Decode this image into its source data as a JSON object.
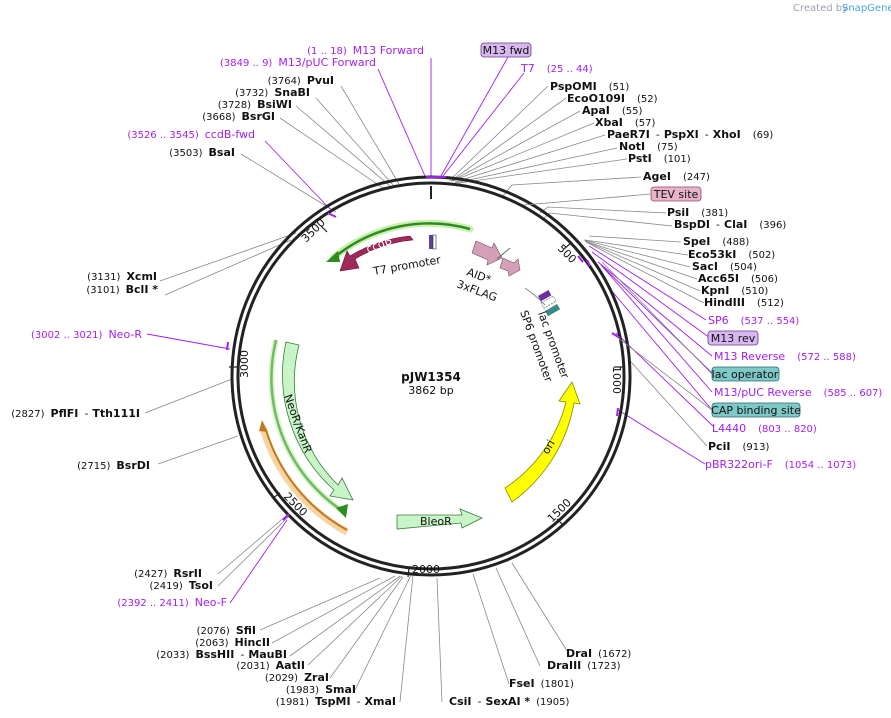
{
  "brand": {
    "prefix": "Created by",
    "name": "SnapGene"
  },
  "plasmid": {
    "name": "pJW1354",
    "size": "3862 bp"
  },
  "ticks": [
    "500",
    "1000",
    "1500",
    "2000",
    "2500",
    "3000",
    "3500"
  ],
  "features": {
    "ccdB": "ccdB",
    "t7_promoter": "T7 promoter",
    "aid": "AID*",
    "flag": "3xFLAG",
    "lac_promoter": "lac promoter",
    "sp6_promoter": "SP6 promoter",
    "neor": "NeoR/KanR",
    "bleor": "BleoR",
    "ori": "ori"
  },
  "left_labels": [
    {
      "name": "PvuI",
      "pos": "(3764)"
    },
    {
      "name": "SnaBI",
      "pos": "(3732)"
    },
    {
      "name": "BsiWI",
      "pos": "(3728)"
    },
    {
      "name": "BsrGI",
      "pos": "(3668)"
    },
    {
      "name": "BsaI",
      "pos": "(3503)"
    },
    {
      "name": "XcmI",
      "pos": "(3131)"
    },
    {
      "name": "BclI *",
      "pos": "(3101)"
    },
    {
      "name": "PflFI",
      "name2": "Tth111I",
      "pos": "(2827)"
    },
    {
      "name": "BsrDI",
      "pos": "(2715)"
    },
    {
      "name": "RsrII",
      "pos": "(2427)"
    },
    {
      "name": "TsoI",
      "pos": "(2419)"
    }
  ],
  "left_primers": [
    {
      "name": "M13 Forward",
      "pos": "(1 .. 18)"
    },
    {
      "name": "M13/pUC Forward",
      "pos": "(3849 .. 9)"
    },
    {
      "name": "ccdB-fwd",
      "pos": "(3526 .. 3545)"
    },
    {
      "name": "Neo-R",
      "pos": "(3002 .. 3021)"
    },
    {
      "name": "Neo-F",
      "pos": "(2392 .. 2411)"
    }
  ],
  "bottom_labels": [
    {
      "name": "SfiI",
      "pos": "(2076)"
    },
    {
      "name": "HincII",
      "pos": "(2063)"
    },
    {
      "name": "BssHII",
      "name2": "MauBI",
      "pos": "(2033)"
    },
    {
      "name": "AatII",
      "pos": "(2031)"
    },
    {
      "name": "ZraI",
      "pos": "(2029)"
    },
    {
      "name": "SmaI",
      "pos": "(1983)"
    },
    {
      "name": "TspMI",
      "name2": "XmaI",
      "pos": "(1981)"
    },
    {
      "name": "CsiI",
      "name2": "SexAI *",
      "pos": "(1905)"
    },
    {
      "name": "FseI",
      "pos": "(1801)"
    },
    {
      "name": "DraIII",
      "pos": "(1723)"
    },
    {
      "name": "DraI",
      "pos": "(1672)"
    }
  ],
  "right_labels": [
    {
      "name": "PspOMI",
      "pos": "(51)"
    },
    {
      "name": "EcoO109I",
      "pos": "(52)"
    },
    {
      "name": "ApaI",
      "pos": "(55)"
    },
    {
      "name": "XbaI",
      "pos": "(57)"
    },
    {
      "name": "PaeR7I",
      "name2": "PspXI",
      "name3": "XhoI",
      "pos": "(69)"
    },
    {
      "name": "NotI",
      "pos": "(75)"
    },
    {
      "name": "PstI",
      "pos": "(101)"
    },
    {
      "name": "AgeI",
      "pos": "(247)"
    },
    {
      "name": "PsiI",
      "pos": "(381)"
    },
    {
      "name": "BspDI",
      "name2": "ClaI",
      "pos": "(396)"
    },
    {
      "name": "SpeI",
      "pos": "(488)"
    },
    {
      "name": "Eco53kI",
      "pos": "(502)"
    },
    {
      "name": "SacI",
      "pos": "(504)"
    },
    {
      "name": "Acc65I",
      "pos": "(506)"
    },
    {
      "name": "KpnI",
      "pos": "(510)"
    },
    {
      "name": "HindIII",
      "pos": "(512)"
    },
    {
      "name": "PciI",
      "pos": "(913)"
    }
  ],
  "right_features": {
    "m13fwd": "M13 fwd",
    "t7": {
      "name": "T7",
      "pos": "(25 .. 44)"
    },
    "tev": "TEV site",
    "sp6": {
      "name": "SP6",
      "pos": "(537 .. 554)"
    },
    "m13rev": "M13 rev",
    "m13reverse": {
      "name": "M13 Reverse",
      "pos": "(572 .. 588)"
    },
    "lacop": "lac operator",
    "m13puc_rev": {
      "name": "M13/pUC Reverse",
      "pos": "(585 .. 607)"
    },
    "cap": "CAP binding site",
    "l4440": {
      "name": "L4440",
      "pos": "(803 .. 820)"
    },
    "pbr322": {
      "name": "pBR322ori-F",
      "pos": "(1054 .. 1073)"
    }
  }
}
